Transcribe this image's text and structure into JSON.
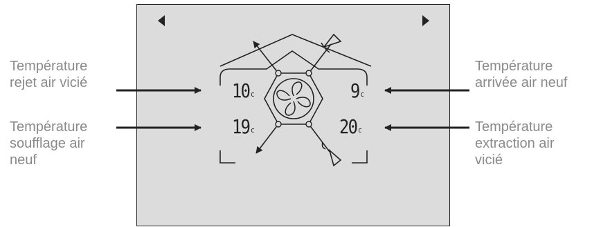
{
  "labels": {
    "left_top": "Température\nrejet air vicié",
    "left_bottom": "Température\nsoufflage air\nneuf",
    "right_top": "Température\narrivée air neuf",
    "right_bottom": "Température\nextraction air\nvicié"
  },
  "display": {
    "temp_top_left": "10",
    "temp_top_right": "9",
    "temp_bottom_left": "19",
    "temp_bottom_right": "20",
    "unit": "c"
  },
  "icons": {
    "nav_left": "triangle-left-icon",
    "nav_right": "triangle-right-icon",
    "fan": "fan-icon"
  },
  "colors": {
    "screen_bg": "#dcdcdc",
    "label_text": "#8a8a8a",
    "lines": "#222222"
  }
}
